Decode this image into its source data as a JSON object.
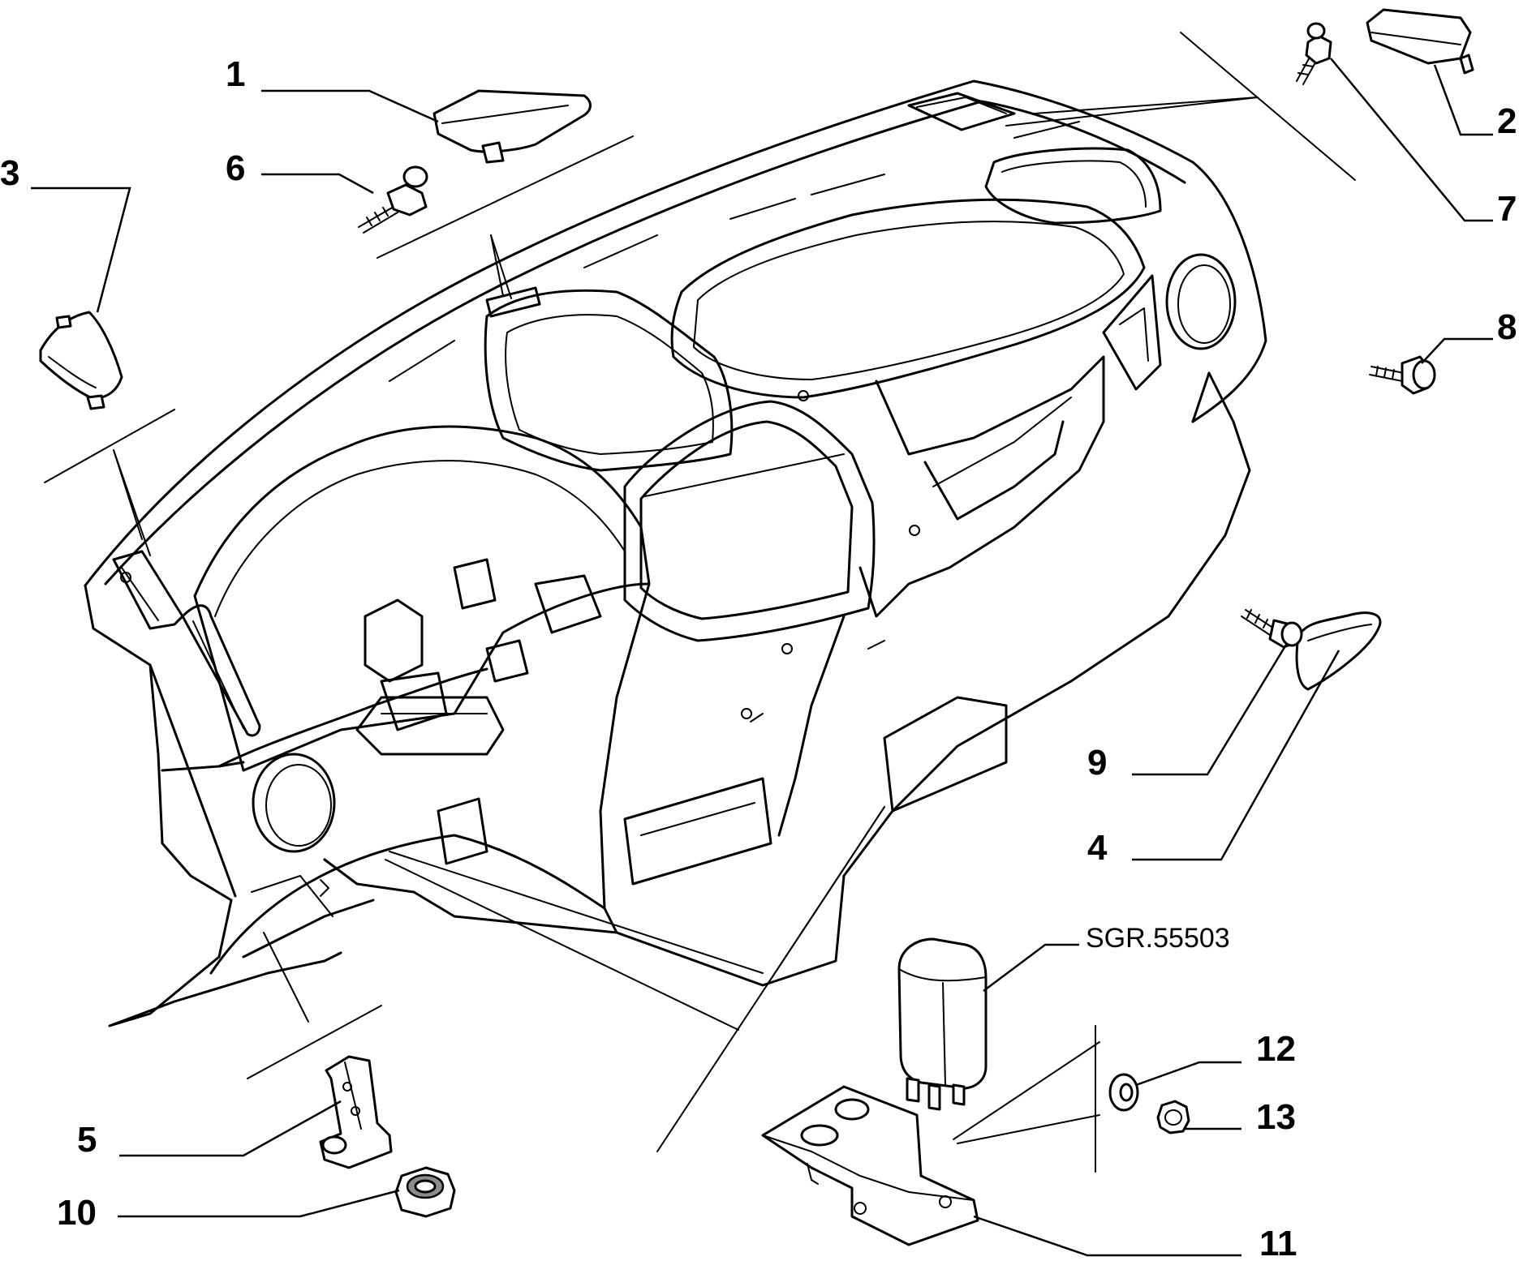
{
  "diagram": {
    "reference_code": "SGR.55503",
    "callouts": [
      {
        "id": "c1",
        "label": "1"
      },
      {
        "id": "c2",
        "label": "2"
      },
      {
        "id": "c3",
        "label": "3"
      },
      {
        "id": "c4",
        "label": "4"
      },
      {
        "id": "c5",
        "label": "5"
      },
      {
        "id": "c6",
        "label": "6"
      },
      {
        "id": "c7",
        "label": "7"
      },
      {
        "id": "c8",
        "label": "8"
      },
      {
        "id": "c9",
        "label": "9"
      },
      {
        "id": "c10",
        "label": "10"
      },
      {
        "id": "c11",
        "label": "11"
      },
      {
        "id": "c12",
        "label": "12"
      },
      {
        "id": "c13",
        "label": "13"
      }
    ]
  }
}
